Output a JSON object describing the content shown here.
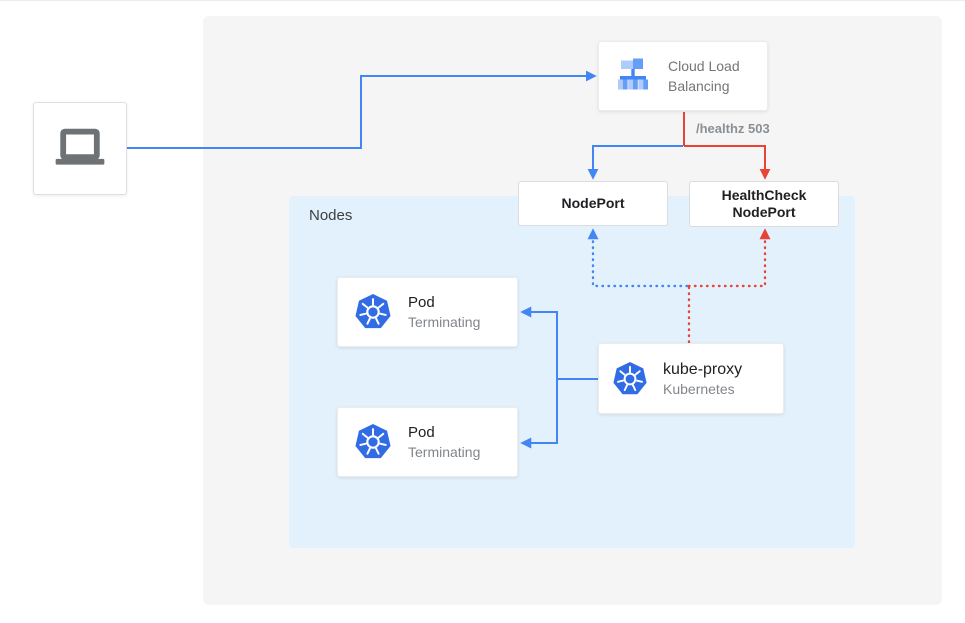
{
  "colors": {
    "accent_blue": "#4285F4",
    "accent_red": "#EA4335",
    "panel_bg": "#F5F5F5",
    "nodes_bg": "#E3F1FC",
    "kubernetes_blue": "#326CE5",
    "icon_light_blue": "#AECBFA",
    "icon_medium_blue": "#669DF6",
    "laptop_gray": "#6E7275"
  },
  "icons": {
    "client": "laptop-icon",
    "load_balancer": "cloud-load-balancing-icon",
    "pod": "kubernetes-wheel-icon",
    "kube_proxy": "kubernetes-wheel-icon"
  },
  "diagram": {
    "nodes_group_label": "Nodes",
    "load_balancer": {
      "line1": "Cloud Load",
      "line2": "Balancing"
    },
    "health_edge_label": "/healthz 503",
    "node_port": {
      "label": "NodePort"
    },
    "health_check_node_port": {
      "line1": "HealthCheck",
      "line2": "NodePort"
    },
    "pods": [
      {
        "title": "Pod",
        "status": "Terminating"
      },
      {
        "title": "Pod",
        "status": "Terminating"
      }
    ],
    "kube_proxy": {
      "title": "kube-proxy",
      "subtitle": "Kubernetes"
    }
  }
}
